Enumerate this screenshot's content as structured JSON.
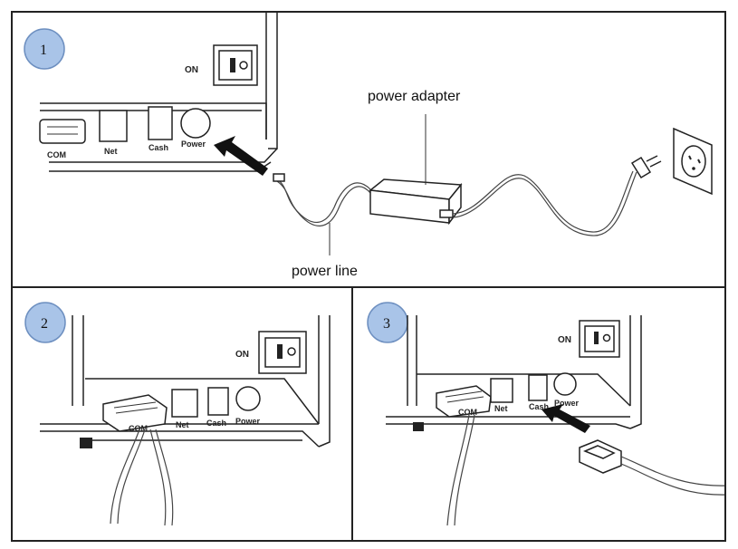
{
  "steps": [
    "1",
    "2",
    "3"
  ],
  "switch_label": "ON",
  "ports": {
    "com": "COM",
    "net": "Net",
    "cash": "Cash",
    "power": "Power"
  },
  "callouts": {
    "power_adapter": "power adapter",
    "power_line": "power line"
  },
  "colors": {
    "step_badge": "#a9c4e8",
    "outline": "#222222",
    "background": "#ffffff"
  },
  "icons": [
    "arrow-icon",
    "power-switch-icon",
    "wall-outlet-icon",
    "plug-icon",
    "rj-connector-icon"
  ]
}
